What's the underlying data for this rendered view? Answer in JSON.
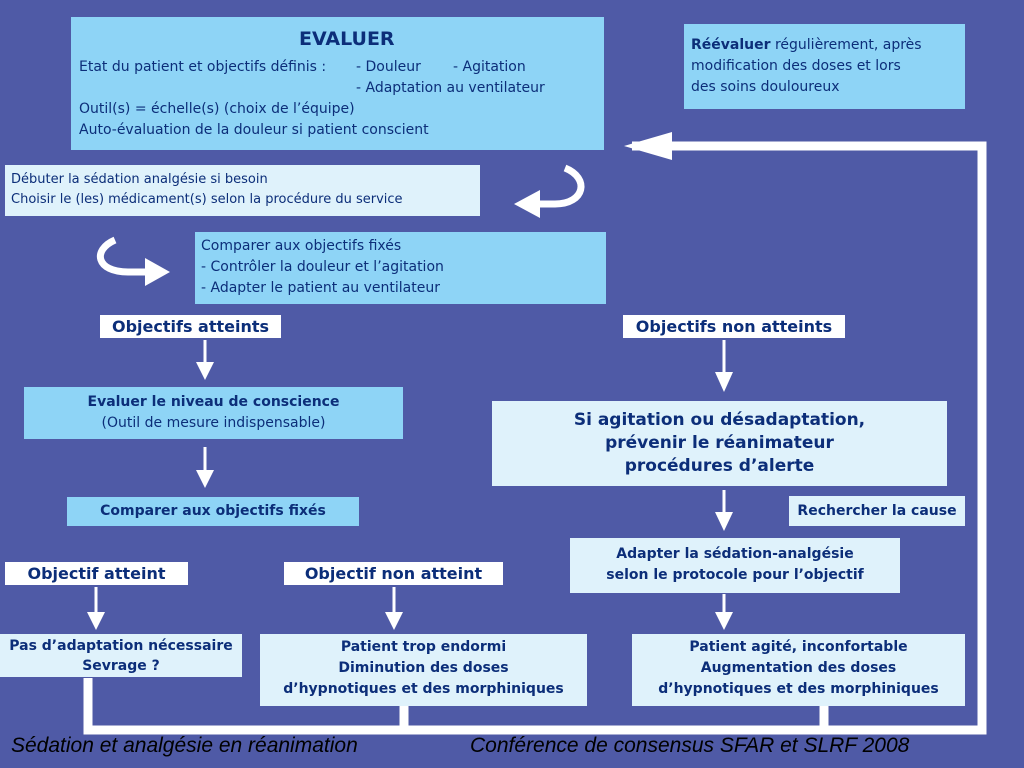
{
  "evaluer": {
    "title": "EVALUER",
    "state_label": "Etat du patient et objectifs définis :",
    "item_pain": "- Douleur",
    "item_agitation": "- Agitation",
    "item_ventilator": "- Adaptation au ventilateur",
    "tool": "Outil(s) = échelle(s) (choix de l’équipe)",
    "self_eval": "Auto-évaluation de la douleur si patient conscient"
  },
  "reevaluer": {
    "bold": "Réévaluer",
    "line1_rest": " régulièrement, après",
    "line2": "modification des doses et lors",
    "line3": "des soins douloureux"
  },
  "start": {
    "line1": "Débuter la sédation analgésie si besoin",
    "line2": "Choisir le (les) médicament(s) selon la procédure du service"
  },
  "compare1": {
    "line1": "Comparer aux objectifs fixés",
    "line2": "- Contrôler la douleur et l’agitation",
    "line3": "- Adapter le patient au ventilateur"
  },
  "labels": {
    "objectives_met": "Objectifs atteints",
    "objectives_not_met": "Objectifs non atteints",
    "objective_met": "Objectif atteint",
    "objective_not_met": "Objectif non atteint"
  },
  "consciousness": {
    "title": "Evaluer le niveau de conscience",
    "sub": "(Outil de mesure indispensable)"
  },
  "compare2": {
    "text": "Comparer aux objectifs fixés"
  },
  "alert": {
    "line1": "Si agitation ou désadaptation,",
    "line2": "prévenir le réanimateur",
    "line3": "procédures d’alerte"
  },
  "cause": {
    "text": "Rechercher la cause"
  },
  "adapt": {
    "line1": "Adapter la sédation-analgésie",
    "line2": "selon le protocole pour l’objectif"
  },
  "no_adapt": {
    "line1": "Pas d’adaptation nécessaire",
    "line2": "Sevrage ?"
  },
  "too_asleep": {
    "line1": "Patient trop endormi",
    "line2": "Diminution des doses",
    "line3": "d’hypnotiques et des morphiniques"
  },
  "agitated": {
    "line1": "Patient agité, inconfortable",
    "line2": "Augmentation des doses",
    "line3": "d’hypnotiques et des morphiniques"
  },
  "footer": {
    "left": "Sédation et analgésie en réanimation",
    "right": "Conférence de consensus SFAR et SLRF 2008"
  },
  "colors": {
    "background": "#4f5aa6",
    "box_sky": "#8ed4f6",
    "box_pale": "#dff2fb",
    "text": "#0c2e79",
    "connector": "#ffffff"
  }
}
